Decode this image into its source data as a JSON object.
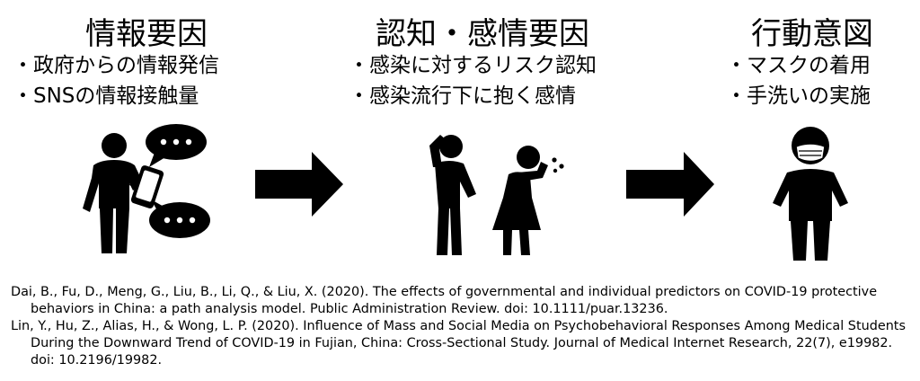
{
  "stages": [
    {
      "title": "情報要因",
      "items": [
        "・政府からの情報発信",
        "・SNSの情報接触量"
      ]
    },
    {
      "title": "認知・感情要因",
      "items": [
        "・感染に対するリスク認知",
        "・感染流行下に抱く感情"
      ]
    },
    {
      "title": "行動意図",
      "items": [
        "・マスクの着用",
        "・手洗いの実施"
      ]
    }
  ],
  "references": [
    "Dai, B., Fu, D., Meng, G., Liu, B., Li, Q., & Liu, X. (2020). The effects of governmental and individual predictors on COVID-19 protective behaviors in China: a path analysis model. Public Administration Review. doi: 10.1111/puar.13236.",
    "Lin, Y., Hu, Z., Alias, H., & Wong, L. P. (2020). Influence of Mass and Social Media on Psychobehavioral Responses Among Medical Students During the Downward Trend of COVID-19 in Fujian, China: Cross-Sectional Study. Journal of Medical Internet Research, 22(7), e19982. doi: 10.2196/19982."
  ],
  "icons": {
    "stage1": "person-with-smartphone-icon",
    "stage2": "worried-person-and-coughing-person-icon",
    "stage3": "person-wearing-mask-icon",
    "arrow": "right-arrow-icon"
  }
}
